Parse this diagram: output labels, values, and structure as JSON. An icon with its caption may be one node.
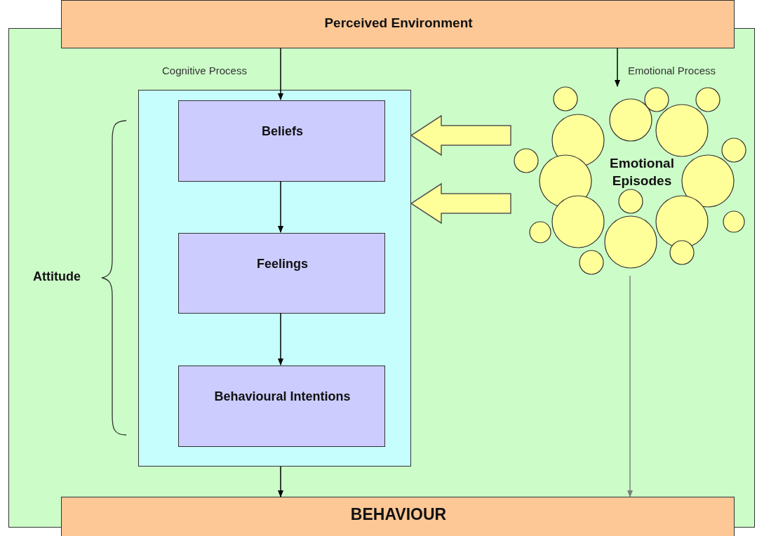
{
  "diagram": {
    "nodes": [
      {
        "text": [
          "Perceived Environment"
        ]
      },
      {
        "text": [],
        "shape": "box"
      },
      {
        "text": [
          "Beliefs"
        ],
        "in": 1
      },
      {
        "text": [
          "Feelings"
        ],
        "in": 1
      },
      {
        "text": [
          "Behavioural Intentions"
        ],
        "in": 1
      },
      {
        "text": [
          "Emotional Episodes"
        ]
      },
      {
        "text": [
          "BEHAVIOUR"
        ]
      }
    ],
    "edges": [
      {
        "from": 0,
        "to": 2,
        "arrow": "to",
        "label": "Cognitive Process"
      },
      {
        "from": 0,
        "to": 5,
        "arrow": "to",
        "label": "Emotional Process"
      },
      {
        "from": 2,
        "to": 3,
        "arrow": "to"
      },
      {
        "from": 3,
        "to": 4,
        "arrow": "to"
      },
      {
        "from": 5,
        "to": 1,
        "arrow": "to",
        "style": "thick",
        "color": "#ffff99"
      },
      {
        "from": 5,
        "to": 1,
        "arrow": "to",
        "style": "thick",
        "color": "#ffff99"
      },
      {
        "from": 1,
        "to": 6,
        "arrow": "to"
      },
      {
        "from": 5,
        "to": 6,
        "arrow": "to",
        "color": "#7f7f7f"
      }
    ],
    "labels": [
      "Attitude"
    ]
  }
}
